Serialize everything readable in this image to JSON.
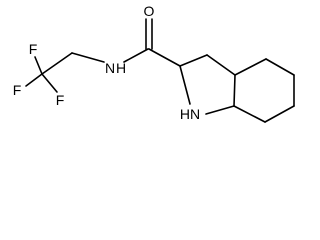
{
  "molecule": {
    "atoms": {
      "F_top": "F",
      "F_left": "F",
      "F_bottom": "F",
      "amide_N": "N",
      "amide_H": "H",
      "carbonyl_O": "O",
      "ring_NH": "HN"
    }
  }
}
